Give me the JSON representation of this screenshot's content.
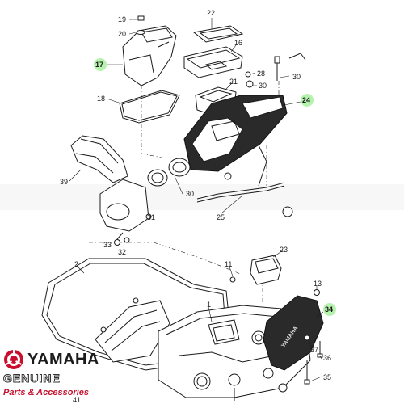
{
  "diagram": {
    "callouts": [
      {
        "id": "19",
        "label": "19"
      },
      {
        "id": "20",
        "label": "20"
      },
      {
        "id": "22",
        "label": "22"
      },
      {
        "id": "16",
        "label": "16"
      },
      {
        "id": "17",
        "label": "17"
      },
      {
        "id": "28",
        "label": "28"
      },
      {
        "id": "30a",
        "label": "30"
      },
      {
        "id": "21",
        "label": "21"
      },
      {
        "id": "30b",
        "label": "30"
      },
      {
        "id": "18",
        "label": "18"
      },
      {
        "id": "24",
        "label": "24"
      },
      {
        "id": "39",
        "label": "39"
      },
      {
        "id": "30c",
        "label": "30"
      },
      {
        "id": "25",
        "label": "25"
      },
      {
        "id": "31",
        "label": "31"
      },
      {
        "id": "33",
        "label": "33"
      },
      {
        "id": "32",
        "label": "32"
      },
      {
        "id": "23",
        "label": "23"
      },
      {
        "id": "2",
        "label": "2"
      },
      {
        "id": "11",
        "label": "11"
      },
      {
        "id": "13",
        "label": "13"
      },
      {
        "id": "1",
        "label": "1"
      },
      {
        "id": "34",
        "label": "34"
      },
      {
        "id": "37",
        "label": "37"
      },
      {
        "id": "36",
        "label": "36"
      },
      {
        "id": "35",
        "label": "35"
      },
      {
        "id": "41",
        "label": "41"
      }
    ],
    "highlighted": [
      "17",
      "24",
      "34"
    ],
    "highlight_color": "#a8f0a0"
  },
  "brand": {
    "name": "YAMAHA",
    "genuine": "GENUINE",
    "tagline": "Parts & Accessories",
    "logo_icon": "yamaha-tuning-forks-icon",
    "logo_color": "#c8102e"
  }
}
